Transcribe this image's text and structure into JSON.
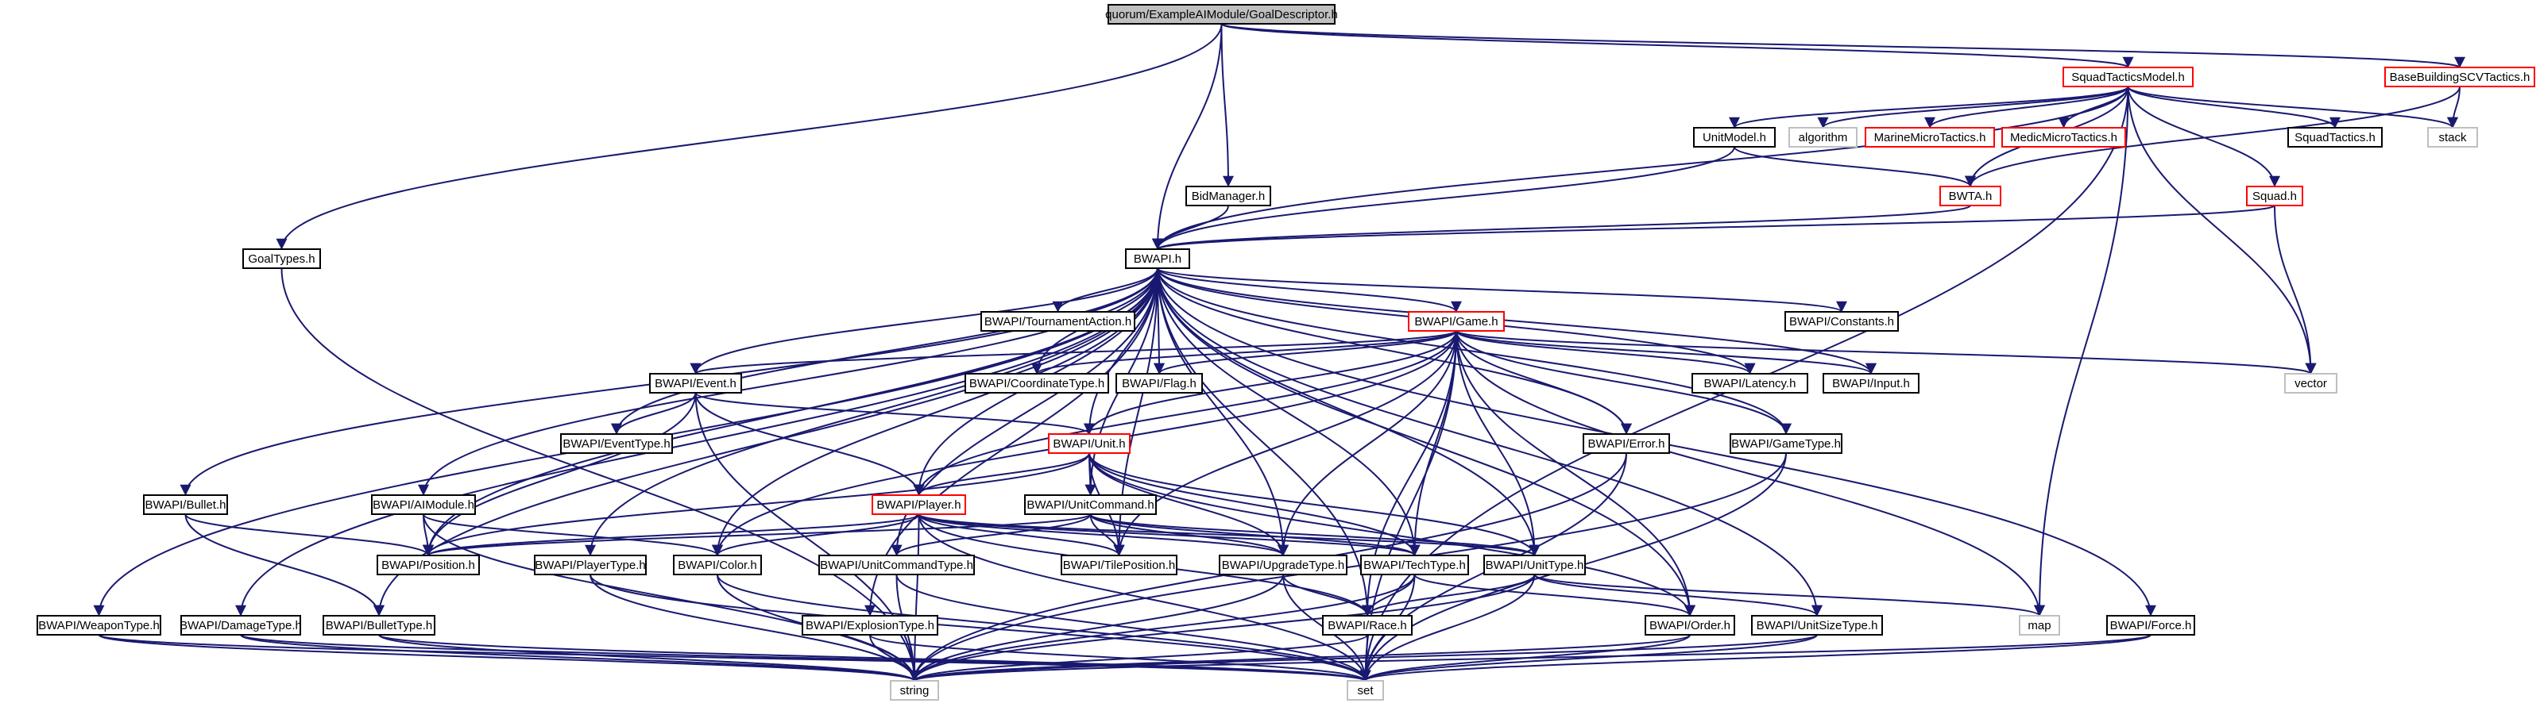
{
  "graph": {
    "colors": {
      "edge": "#191970",
      "node_border": "#000000",
      "node_border_unresolved": "#bfbfbf",
      "node_border_truncated": "#ff0000",
      "node_fill_root": "#bfbfbf",
      "node_fill": "#ffffff"
    },
    "nodes": [
      {
        "id": "root",
        "label": "quorum/ExampleAIModule/GoalDescriptor.h",
        "style": "root"
      },
      {
        "id": "squadtacticsmodel",
        "label": "SquadTacticsModel.h",
        "style": "truncated"
      },
      {
        "id": "basebuilding",
        "label": "BaseBuildingSCVTactics.h",
        "style": "truncated"
      },
      {
        "id": "unitmodel",
        "label": "UnitModel.h",
        "style": "normal"
      },
      {
        "id": "algorithm",
        "label": "algorithm",
        "style": "unresolved"
      },
      {
        "id": "marinemicro",
        "label": "MarineMicroTactics.h",
        "style": "truncated"
      },
      {
        "id": "medicmicro",
        "label": "MedicMicroTactics.h",
        "style": "truncated"
      },
      {
        "id": "squadtactics",
        "label": "SquadTactics.h",
        "style": "normal"
      },
      {
        "id": "stack",
        "label": "stack",
        "style": "unresolved"
      },
      {
        "id": "bidmanager",
        "label": "BidManager.h",
        "style": "normal"
      },
      {
        "id": "bwta",
        "label": "BWTA.h",
        "style": "truncated"
      },
      {
        "id": "squad",
        "label": "Squad.h",
        "style": "truncated"
      },
      {
        "id": "goaltypes",
        "label": "GoalTypes.h",
        "style": "normal"
      },
      {
        "id": "bwapi",
        "label": "BWAPI.h",
        "style": "normal"
      },
      {
        "id": "tournament",
        "label": "BWAPI/TournamentAction.h",
        "style": "normal"
      },
      {
        "id": "game",
        "label": "BWAPI/Game.h",
        "style": "truncated"
      },
      {
        "id": "constants",
        "label": "BWAPI/Constants.h",
        "style": "normal"
      },
      {
        "id": "event",
        "label": "BWAPI/Event.h",
        "style": "normal"
      },
      {
        "id": "coordtype",
        "label": "BWAPI/CoordinateType.h",
        "style": "normal"
      },
      {
        "id": "flag",
        "label": "BWAPI/Flag.h",
        "style": "normal"
      },
      {
        "id": "latency",
        "label": "BWAPI/Latency.h",
        "style": "normal"
      },
      {
        "id": "input",
        "label": "BWAPI/Input.h",
        "style": "normal"
      },
      {
        "id": "vector",
        "label": "vector",
        "style": "unresolved"
      },
      {
        "id": "eventtype",
        "label": "BWAPI/EventType.h",
        "style": "normal"
      },
      {
        "id": "unit",
        "label": "BWAPI/Unit.h",
        "style": "truncated"
      },
      {
        "id": "error",
        "label": "BWAPI/Error.h",
        "style": "normal"
      },
      {
        "id": "gametype",
        "label": "BWAPI/GameType.h",
        "style": "normal"
      },
      {
        "id": "bullet",
        "label": "BWAPI/Bullet.h",
        "style": "normal"
      },
      {
        "id": "aimodule",
        "label": "BWAPI/AIModule.h",
        "style": "normal"
      },
      {
        "id": "player",
        "label": "BWAPI/Player.h",
        "style": "truncated"
      },
      {
        "id": "unitcommand",
        "label": "BWAPI/UnitCommand.h",
        "style": "normal"
      },
      {
        "id": "position",
        "label": "BWAPI/Position.h",
        "style": "normal"
      },
      {
        "id": "playertype",
        "label": "BWAPI/PlayerType.h",
        "style": "normal"
      },
      {
        "id": "color",
        "label": "BWAPI/Color.h",
        "style": "normal"
      },
      {
        "id": "unitcommandtype",
        "label": "BWAPI/UnitCommandType.h",
        "style": "normal"
      },
      {
        "id": "tileposition",
        "label": "BWAPI/TilePosition.h",
        "style": "normal"
      },
      {
        "id": "upgradetype",
        "label": "BWAPI/UpgradeType.h",
        "style": "normal"
      },
      {
        "id": "techtype",
        "label": "BWAPI/TechType.h",
        "style": "normal"
      },
      {
        "id": "unittype",
        "label": "BWAPI/UnitType.h",
        "style": "normal"
      },
      {
        "id": "map",
        "label": "map",
        "style": "unresolved"
      },
      {
        "id": "weapontype",
        "label": "BWAPI/WeaponType.h",
        "style": "normal"
      },
      {
        "id": "damagetype",
        "label": "BWAPI/DamageType.h",
        "style": "normal"
      },
      {
        "id": "bullettype",
        "label": "BWAPI/BulletType.h",
        "style": "normal"
      },
      {
        "id": "explosiontype",
        "label": "BWAPI/ExplosionType.h",
        "style": "normal"
      },
      {
        "id": "race",
        "label": "BWAPI/Race.h",
        "style": "normal"
      },
      {
        "id": "order",
        "label": "BWAPI/Order.h",
        "style": "normal"
      },
      {
        "id": "unitsizetype",
        "label": "BWAPI/UnitSizeType.h",
        "style": "normal"
      },
      {
        "id": "force",
        "label": "BWAPI/Force.h",
        "style": "normal"
      },
      {
        "id": "string",
        "label": "string",
        "style": "unresolved"
      },
      {
        "id": "set",
        "label": "set",
        "style": "unresolved"
      }
    ],
    "edges": [
      [
        "root",
        "squadtacticsmodel"
      ],
      [
        "root",
        "basebuilding"
      ],
      [
        "root",
        "bidmanager"
      ],
      [
        "root",
        "goaltypes"
      ],
      [
        "root",
        "bwapi"
      ],
      [
        "squadtacticsmodel",
        "unitmodel"
      ],
      [
        "squadtacticsmodel",
        "algorithm"
      ],
      [
        "squadtacticsmodel",
        "marinemicro"
      ],
      [
        "squadtacticsmodel",
        "medicmicro"
      ],
      [
        "squadtacticsmodel",
        "squadtactics"
      ],
      [
        "squadtacticsmodel",
        "stack"
      ],
      [
        "squadtacticsmodel",
        "bwta"
      ],
      [
        "squadtacticsmodel",
        "squad"
      ],
      [
        "squadtacticsmodel",
        "bwapi"
      ],
      [
        "squadtacticsmodel",
        "vector"
      ],
      [
        "squadtacticsmodel",
        "map"
      ],
      [
        "squadtacticsmodel",
        "set"
      ],
      [
        "basebuilding",
        "stack"
      ],
      [
        "basebuilding",
        "bwta"
      ],
      [
        "unitmodel",
        "bwta"
      ],
      [
        "unitmodel",
        "bwapi"
      ],
      [
        "bwta",
        "bwapi"
      ],
      [
        "bidmanager",
        "bwapi"
      ],
      [
        "squad",
        "bwapi"
      ],
      [
        "squad",
        "vector"
      ],
      [
        "goaltypes",
        "string"
      ],
      [
        "bwapi",
        "tournament"
      ],
      [
        "bwapi",
        "game"
      ],
      [
        "bwapi",
        "constants"
      ],
      [
        "bwapi",
        "event"
      ],
      [
        "bwapi",
        "coordtype"
      ],
      [
        "bwapi",
        "flag"
      ],
      [
        "bwapi",
        "latency"
      ],
      [
        "bwapi",
        "input"
      ],
      [
        "bwapi",
        "eventtype"
      ],
      [
        "bwapi",
        "unit"
      ],
      [
        "bwapi",
        "error"
      ],
      [
        "bwapi",
        "gametype"
      ],
      [
        "bwapi",
        "bullet"
      ],
      [
        "bwapi",
        "aimodule"
      ],
      [
        "bwapi",
        "player"
      ],
      [
        "bwapi",
        "unitcommand"
      ],
      [
        "bwapi",
        "position"
      ],
      [
        "bwapi",
        "playertype"
      ],
      [
        "bwapi",
        "color"
      ],
      [
        "bwapi",
        "unitcommandtype"
      ],
      [
        "bwapi",
        "tileposition"
      ],
      [
        "bwapi",
        "upgradetype"
      ],
      [
        "bwapi",
        "techtype"
      ],
      [
        "bwapi",
        "unittype"
      ],
      [
        "bwapi",
        "weapontype"
      ],
      [
        "bwapi",
        "damagetype"
      ],
      [
        "bwapi",
        "bullettype"
      ],
      [
        "bwapi",
        "explosiontype"
      ],
      [
        "bwapi",
        "race"
      ],
      [
        "bwapi",
        "order"
      ],
      [
        "bwapi",
        "unitsizetype"
      ],
      [
        "bwapi",
        "force"
      ],
      [
        "game",
        "event"
      ],
      [
        "game",
        "coordtype"
      ],
      [
        "game",
        "flag"
      ],
      [
        "game",
        "latency"
      ],
      [
        "game",
        "input"
      ],
      [
        "game",
        "vector"
      ],
      [
        "game",
        "unit"
      ],
      [
        "game",
        "error"
      ],
      [
        "game",
        "gametype"
      ],
      [
        "game",
        "player"
      ],
      [
        "game",
        "color"
      ],
      [
        "game",
        "tileposition"
      ],
      [
        "game",
        "upgradetype"
      ],
      [
        "game",
        "techtype"
      ],
      [
        "game",
        "unittype"
      ],
      [
        "game",
        "race"
      ],
      [
        "game",
        "order"
      ],
      [
        "game",
        "map"
      ],
      [
        "game",
        "set"
      ],
      [
        "event",
        "eventtype"
      ],
      [
        "event",
        "unit"
      ],
      [
        "event",
        "player"
      ],
      [
        "event",
        "position"
      ],
      [
        "event",
        "string"
      ],
      [
        "unit",
        "player"
      ],
      [
        "unit",
        "unitcommand"
      ],
      [
        "unit",
        "position"
      ],
      [
        "unit",
        "tileposition"
      ],
      [
        "unit",
        "upgradetype"
      ],
      [
        "unit",
        "techtype"
      ],
      [
        "unit",
        "unittype"
      ],
      [
        "unit",
        "order"
      ],
      [
        "error",
        "string"
      ],
      [
        "error",
        "set"
      ],
      [
        "gametype",
        "string"
      ],
      [
        "gametype",
        "set"
      ],
      [
        "bullet",
        "position"
      ],
      [
        "bullet",
        "bullettype"
      ],
      [
        "aimodule",
        "position"
      ],
      [
        "aimodule",
        "color"
      ],
      [
        "aimodule",
        "string"
      ],
      [
        "player",
        "position"
      ],
      [
        "player",
        "color"
      ],
      [
        "player",
        "tileposition"
      ],
      [
        "player",
        "upgradetype"
      ],
      [
        "player",
        "techtype"
      ],
      [
        "player",
        "unittype"
      ],
      [
        "player",
        "race"
      ],
      [
        "player",
        "string"
      ],
      [
        "player",
        "set"
      ],
      [
        "unitcommand",
        "position"
      ],
      [
        "unitcommand",
        "unitcommandtype"
      ],
      [
        "unitcommand",
        "tileposition"
      ],
      [
        "unitcommand",
        "techtype"
      ],
      [
        "unitcommand",
        "unittype"
      ],
      [
        "unitcommand",
        "upgradetype"
      ],
      [
        "playertype",
        "string"
      ],
      [
        "playertype",
        "set"
      ],
      [
        "color",
        "string"
      ],
      [
        "color",
        "set"
      ],
      [
        "unitcommandtype",
        "string"
      ],
      [
        "unitcommandtype",
        "set"
      ],
      [
        "upgradetype",
        "race"
      ],
      [
        "upgradetype",
        "string"
      ],
      [
        "upgradetype",
        "set"
      ],
      [
        "techtype",
        "race"
      ],
      [
        "techtype",
        "order"
      ],
      [
        "techtype",
        "string"
      ],
      [
        "techtype",
        "set"
      ],
      [
        "unittype",
        "race"
      ],
      [
        "unittype",
        "unitsizetype"
      ],
      [
        "unittype",
        "map"
      ],
      [
        "unittype",
        "string"
      ],
      [
        "unittype",
        "set"
      ],
      [
        "weapontype",
        "string"
      ],
      [
        "weapontype",
        "set"
      ],
      [
        "damagetype",
        "string"
      ],
      [
        "damagetype",
        "set"
      ],
      [
        "bullettype",
        "string"
      ],
      [
        "bullettype",
        "set"
      ],
      [
        "explosiontype",
        "string"
      ],
      [
        "explosiontype",
        "set"
      ],
      [
        "race",
        "string"
      ],
      [
        "race",
        "set"
      ],
      [
        "order",
        "string"
      ],
      [
        "order",
        "set"
      ],
      [
        "unitsizetype",
        "string"
      ],
      [
        "unitsizetype",
        "set"
      ],
      [
        "force",
        "string"
      ],
      [
        "force",
        "set"
      ]
    ]
  }
}
